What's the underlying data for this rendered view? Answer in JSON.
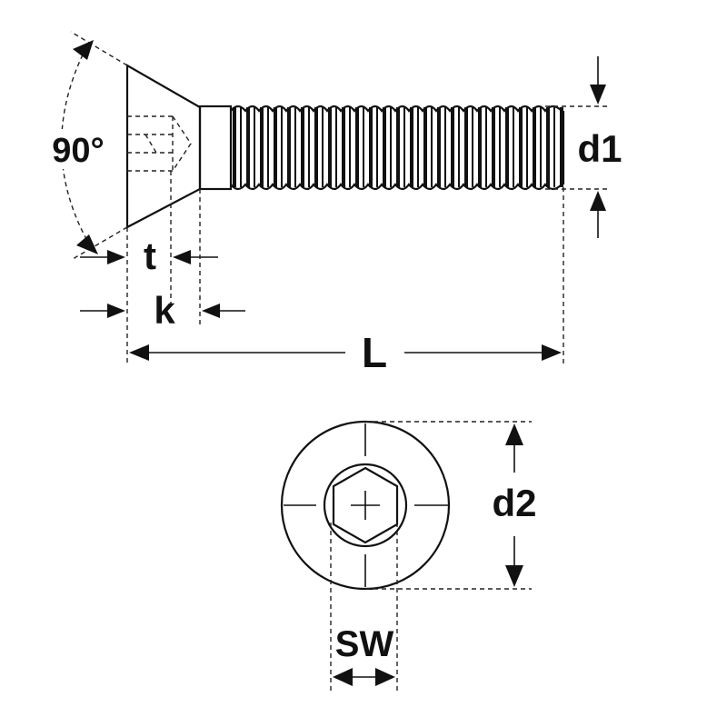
{
  "labels": {
    "angle": "90°",
    "t": "t",
    "k": "k",
    "L": "L",
    "d1": "d1",
    "d2": "d2",
    "sw": "SW"
  }
}
